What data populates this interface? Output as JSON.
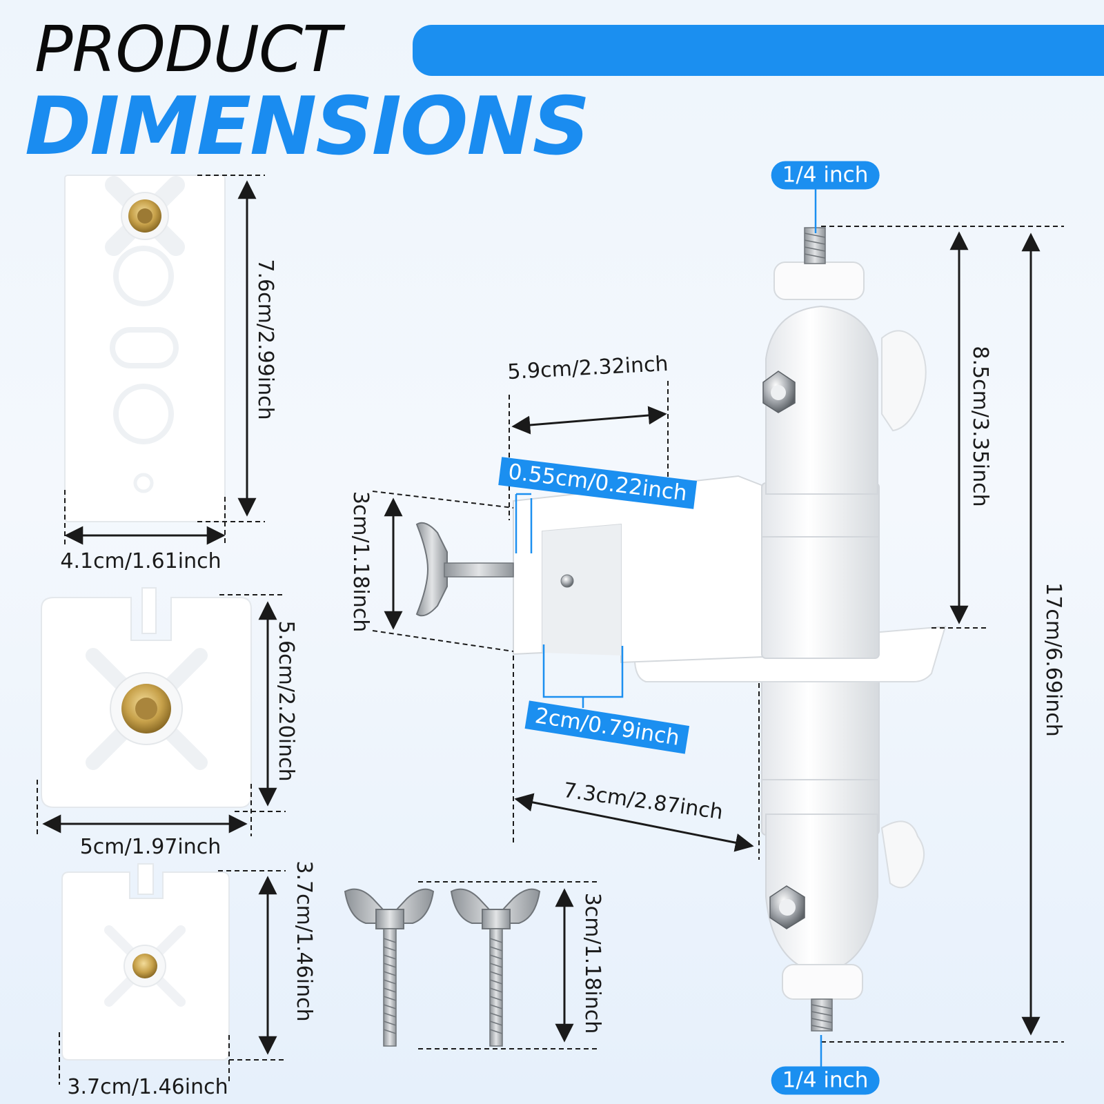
{
  "header": {
    "title_line1": "PRODUCT",
    "title_line2": "DIMENSIONS"
  },
  "colors": {
    "accent_blue": "#1b8ff0",
    "part_white": "#ffffff",
    "dimension_line": "#1a1a1a",
    "brass": "#c7a14a",
    "steel": "#b9bcc0"
  },
  "plates": {
    "long_plate": {
      "height_label": "7.6cm/2.99inch",
      "width_label": "4.1cm/1.61inch"
    },
    "square_plate_large": {
      "height_label": "5.6cm/2.20inch",
      "width_label": "5cm/1.97inch"
    },
    "square_plate_small": {
      "height_label": "3.7cm/1.46inch",
      "width_label": "3.7cm/1.46inch"
    }
  },
  "screws": {
    "length_label": "3cm/1.18inch"
  },
  "mount": {
    "clamp_width_label": "5.9cm/2.32inch",
    "clamp_thickness_label": "0.55cm/0.22inch",
    "clamp_height_label": "3cm/1.18inch",
    "clamp_gap_label": "2cm/0.79inch",
    "depth_label": "7.3cm/2.87inch",
    "upper_height_label": "8.5cm/3.35inch",
    "total_height_label": "17cm/6.69inch",
    "top_thread_label": "1/4 inch",
    "bottom_thread_label": "1/4 inch"
  }
}
